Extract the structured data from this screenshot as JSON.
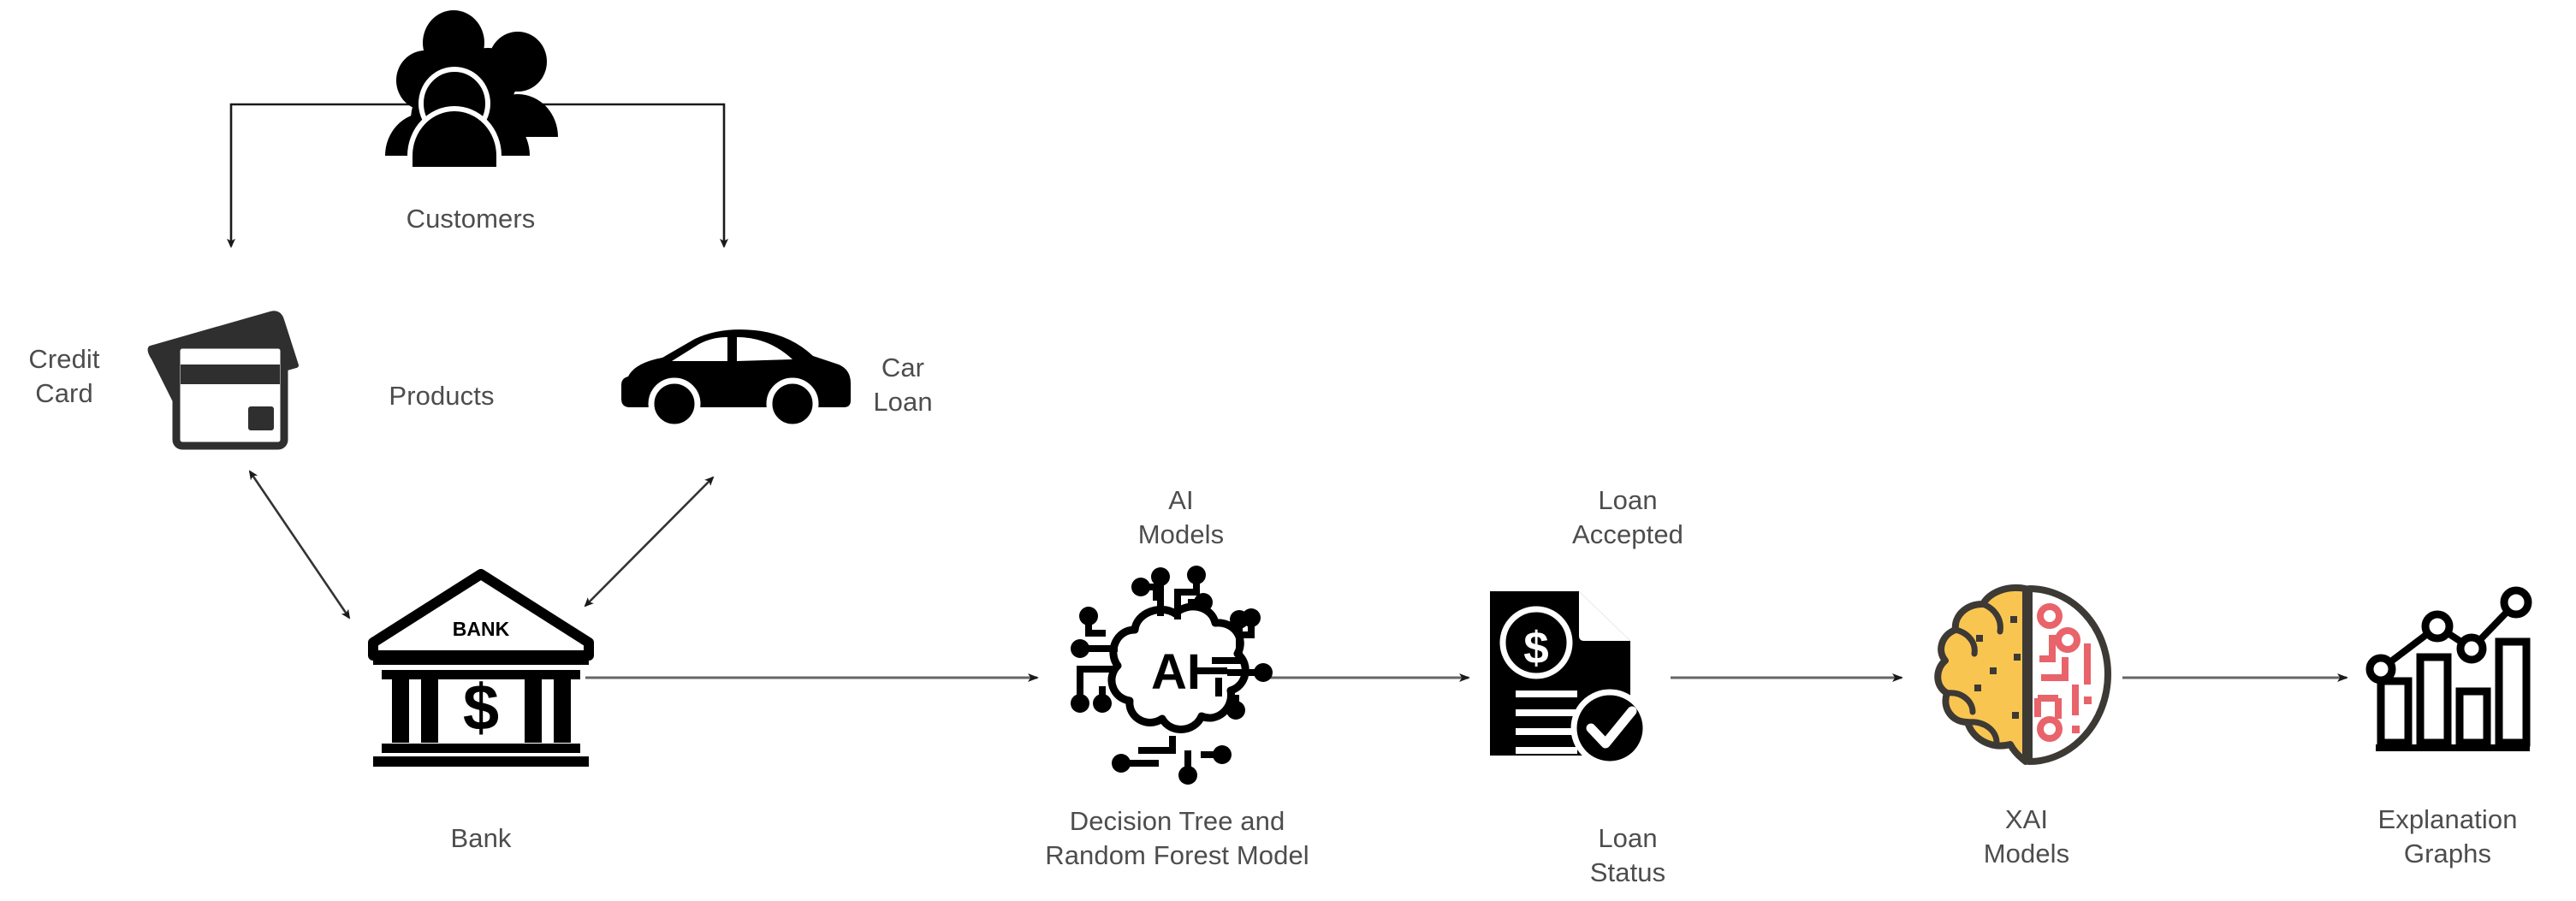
{
  "diagram": {
    "title": "Bank loan AI and XAI pipeline flow diagram",
    "background_color": "#ffffff",
    "text_color": "#4d4d4d",
    "edge_color": "#666666",
    "icon_color": "#000000",
    "brain_left_color": "#f9c551",
    "brain_outline_color": "#3d3935",
    "brain_circuit_color": "#e8636a",
    "card_color": "#2f2f2f"
  },
  "nodes": {
    "customers": {
      "label": "Customers",
      "icon": "group-of-people-icon"
    },
    "credit_card": {
      "label": "Credit\nCard",
      "icon": "credit-card-icon"
    },
    "products": {
      "label": "Products",
      "icon": "none"
    },
    "car_loan": {
      "label": "Car\nLoan",
      "icon": "car-icon"
    },
    "bank": {
      "label": "Bank",
      "icon": "bank-building-icon",
      "icon_text": "BANK",
      "icon_symbol": "$"
    },
    "ai_models": {
      "label_top": "AI\nModels",
      "label_bottom": "Decision Tree and\nRandom Forest Model",
      "icon": "ai-chip-brain-icon",
      "icon_text": "AI"
    },
    "loan_status": {
      "label_top": "Loan\nAccepted",
      "label_bottom": "Loan\nStatus",
      "icon": "loan-document-approved-icon",
      "icon_symbol": "$"
    },
    "xai_models": {
      "label": "XAI\nModels",
      "icon": "split-brain-circuit-icon"
    },
    "explanation_graphs": {
      "label": "Explanation\nGraphs",
      "icon": "bar-chart-line-icon"
    }
  },
  "edges": [
    {
      "name": "customers-to-credit-card",
      "type": "elbow-arrow",
      "direction": "down"
    },
    {
      "name": "customers-to-car-loan",
      "type": "elbow-arrow",
      "direction": "down"
    },
    {
      "name": "credit-card-to-bank",
      "type": "double-arrow",
      "direction": "both"
    },
    {
      "name": "car-loan-to-bank",
      "type": "double-arrow",
      "direction": "both"
    },
    {
      "name": "bank-to-ai-models",
      "type": "arrow",
      "direction": "right"
    },
    {
      "name": "ai-models-to-loan-status",
      "type": "arrow",
      "direction": "right"
    },
    {
      "name": "loan-status-to-xai-models",
      "type": "arrow",
      "direction": "right"
    },
    {
      "name": "xai-models-to-explanation-graphs",
      "type": "arrow",
      "direction": "right"
    }
  ]
}
